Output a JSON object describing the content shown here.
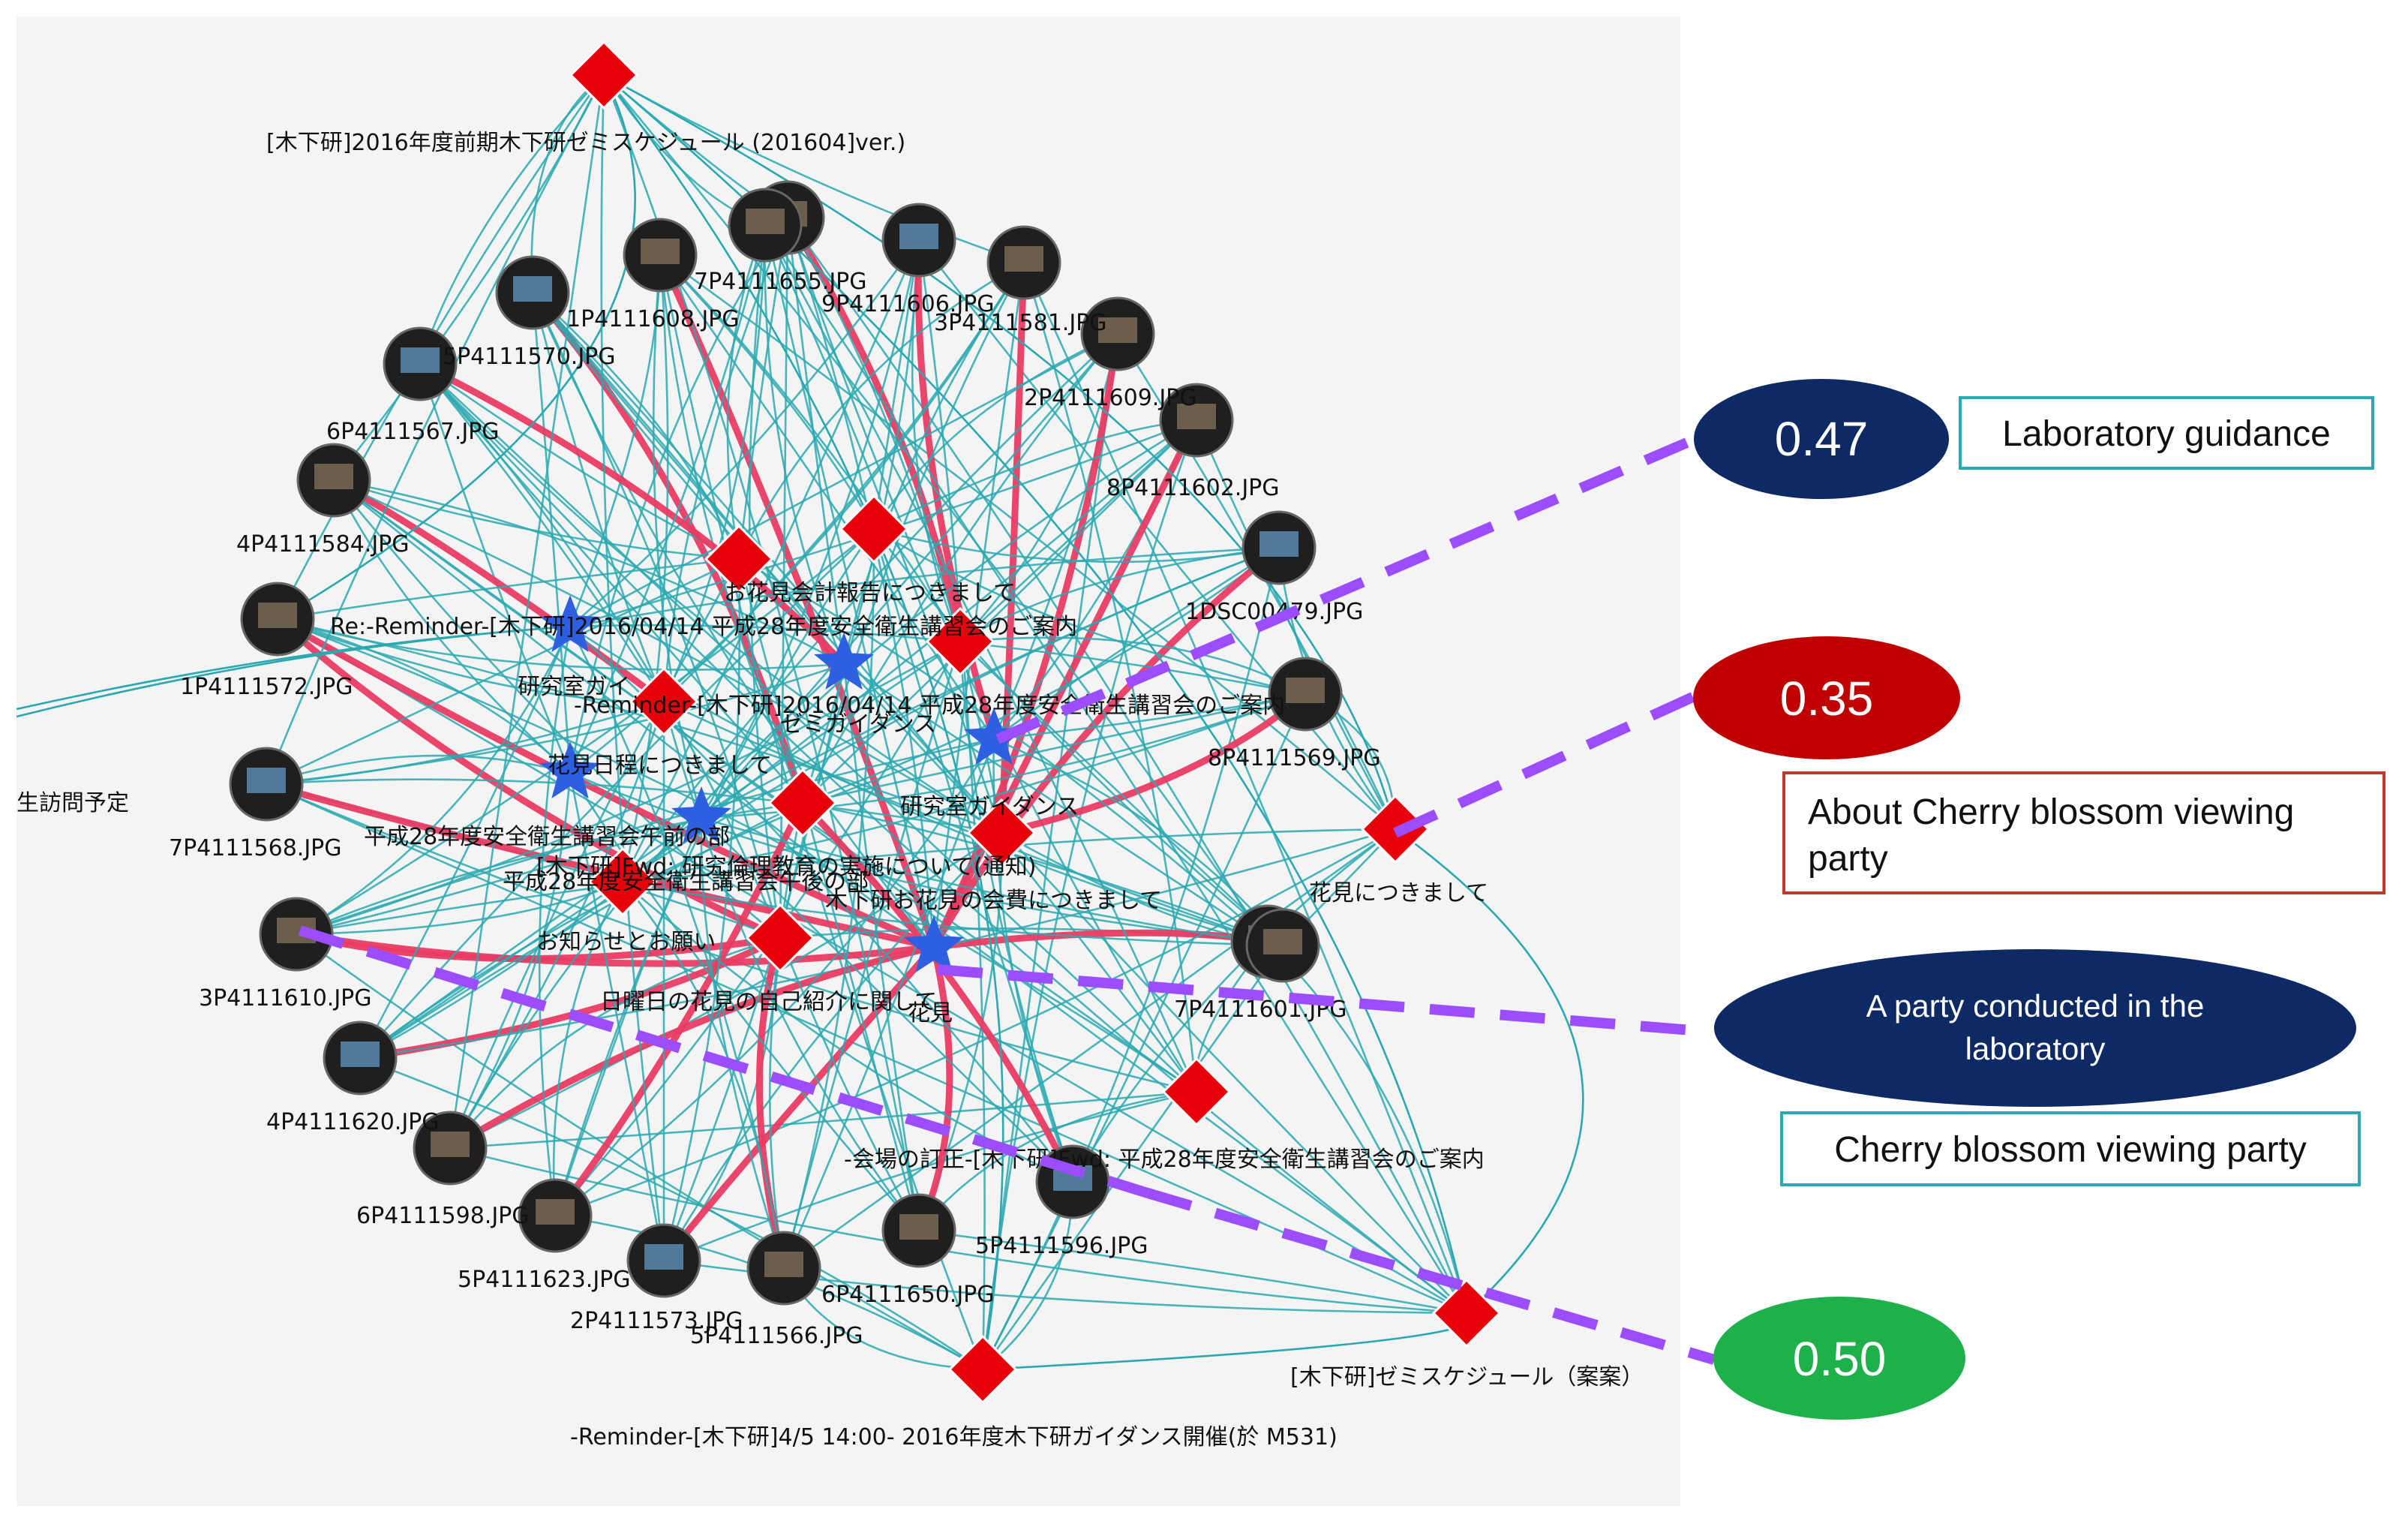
{
  "graph": {
    "colors": {
      "edge": "#2aa9b0",
      "edge_strong": "#ea3b63",
      "doc_node": "#e8000b",
      "topic_node": "#2d5fe0",
      "photo_node": "#1f1f1f",
      "dashed_link": "#9b4dff"
    },
    "doc_nodes": [
      {
        "id": "d1",
        "label": "[木下研]2016年度前期木下研ゼミスケジュール (201604]ver.)"
      },
      {
        "id": "d2",
        "label": ""
      },
      {
        "id": "d3",
        "label": "お花見会計報告につきまして"
      },
      {
        "id": "d4",
        "label": ""
      },
      {
        "id": "d5",
        "label": "研究室ガイ"
      },
      {
        "id": "d6",
        "label": ""
      },
      {
        "id": "d7",
        "label": "研究室ガイダンス"
      },
      {
        "id": "d8",
        "label": "平成28年度安全衛生講習会午前の部"
      },
      {
        "id": "d9",
        "label": "お知らせとお願い"
      },
      {
        "id": "d10",
        "label": "花見につきまして"
      },
      {
        "id": "d11",
        "label": "-会場の訂正-[木下研]Fwd: 平成28年度安全衛生講習会のご案内"
      },
      {
        "id": "d12",
        "label": "-Reminder-[木下研]4/5 14:00- 2016年度木下研ガイダンス開催(於 M531)"
      },
      {
        "id": "d13",
        "label": "[木下研]ゼミスケジュール（案案）"
      }
    ],
    "topic_nodes": [
      {
        "id": "t1",
        "label": "Re:-Reminder-[木下研]2016/04/14 平成28年度安全衛生講習会のご案内"
      },
      {
        "id": "t2",
        "label": "ゼミガイダンス"
      },
      {
        "id": "t3",
        "label": "-Reminder-[木下研]2016/04/14 平成28年度安全衛生講習会のご案内"
      },
      {
        "id": "t4",
        "label": "花見日程につきまして"
      },
      {
        "id": "t5",
        "label": "[木下研]Fwd: 研究倫理教育の実施について(通知)"
      },
      {
        "id": "t6",
        "label": "木下研お花見の会費につきまして"
      }
    ],
    "photo_nodes": [
      {
        "id": "p1",
        "label": "1P4111608.JPG"
      },
      {
        "id": "p2",
        "label": "7P4111655.JPG"
      },
      {
        "id": "p3",
        "label": "9P4111606.JPG"
      },
      {
        "id": "p4",
        "label": "3P4111581.JPG"
      },
      {
        "id": "p5",
        "label": "5P4111570.JPG"
      },
      {
        "id": "p6",
        "label": "2P4111609.JPG"
      },
      {
        "id": "p7",
        "label": "6P4111567.JPG"
      },
      {
        "id": "p8",
        "label": "8P4111602.JPG"
      },
      {
        "id": "p9",
        "label": "4P4111584.JPG"
      },
      {
        "id": "p10",
        "label": "1DSC00479.JPG"
      },
      {
        "id": "p11",
        "label": "1P4111572.JPG"
      },
      {
        "id": "p12",
        "label": "8P4111569.JPG"
      },
      {
        "id": "p13",
        "label": "7P4111568.JPG"
      },
      {
        "id": "p14",
        "label": "3P4111610.JPG"
      },
      {
        "id": "p15",
        "label": "7P4111601.JPG"
      },
      {
        "id": "p16",
        "label": "4P4111620.JPG"
      },
      {
        "id": "p17",
        "label": "6P4111598.JPG"
      },
      {
        "id": "p18",
        "label": "5P4111623.JPG"
      },
      {
        "id": "p19",
        "label": "2P4111573.JPG"
      },
      {
        "id": "p20",
        "label": "5P4111566.JPG"
      },
      {
        "id": "p21",
        "label": "6P4111650.JPG"
      },
      {
        "id": "p22",
        "label": "5P4111596.JPG"
      },
      {
        "id": "p23",
        "label": ""
      },
      {
        "id": "p24",
        "label": ""
      }
    ],
    "extra_labels": {
      "left_cut": "生訪問予定",
      "hanami": "花見",
      "doyo": "日曜日の花見の自己紹介に関して",
      "heisei_dup": "平成28年度安全衛生講習会午後の部"
    }
  },
  "annotations": [
    {
      "score": "0.47",
      "fill": "#0d2a64",
      "label": "Laboratory guidance",
      "box_border": "#2aa9b0"
    },
    {
      "score": "0.35",
      "fill": "#c00000",
      "label_lines": [
        "About Cherry blossom viewing",
        "party"
      ],
      "box_border": "#c0392b"
    },
    {
      "pill_lines": [
        "A party conducted in the",
        "laboratory"
      ],
      "fill": "#0d2a64",
      "label": "Cherry blossom viewing party",
      "box_border": "#2aa9b0"
    },
    {
      "score": "0.50",
      "fill": "#1db04b"
    }
  ]
}
